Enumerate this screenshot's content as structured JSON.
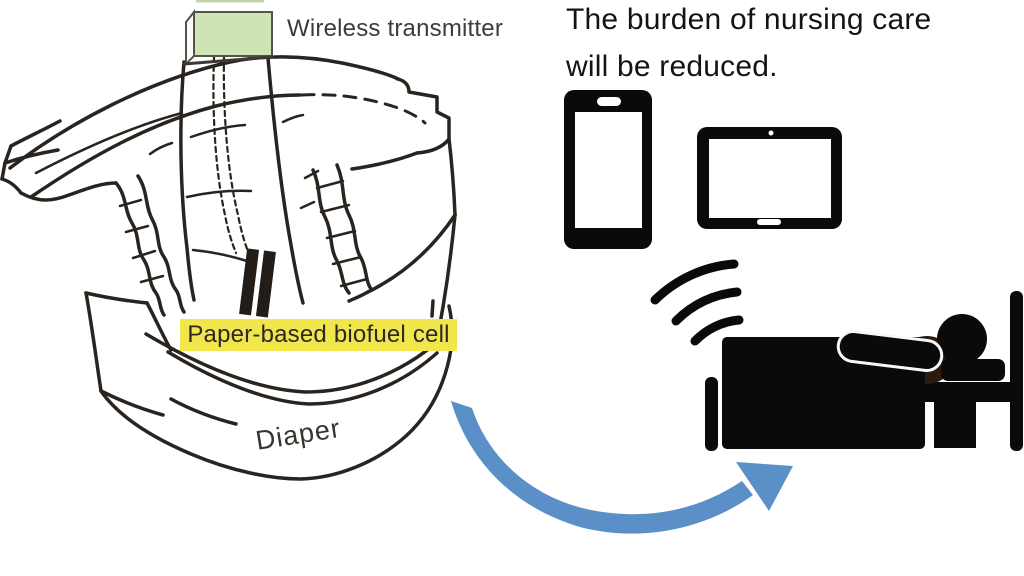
{
  "scene": {
    "heading": {
      "line1": "The burden of nursing care",
      "line2": "will be reduced."
    },
    "diaper_diagram": {
      "transmitter_label": "Wireless transmitter",
      "biofuel_label": "Paper-based biofuel cell",
      "diaper_label": "Diaper"
    },
    "icons": {
      "transmitter_box": "wireless-transmitter-box",
      "smartphone": "smartphone-icon",
      "tablet": "tablet-icon",
      "wifi": "wifi-signal-icon",
      "bed": "person-in-bed-icon",
      "arrow": "curved-arrow-icon"
    },
    "colors": {
      "transmitter_green": "#cfe4b5",
      "transmitter_edge": "#55524c",
      "highlight_yellow": "#f1e64b",
      "arrow_blue": "#5b8fc7",
      "ink": "#2a241f",
      "pictogram_black": "#0a0a0a"
    }
  }
}
